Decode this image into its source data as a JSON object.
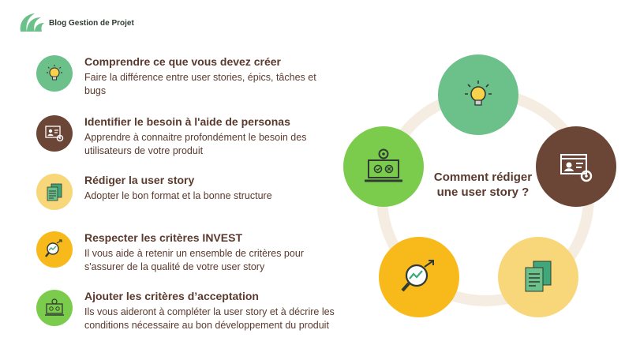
{
  "brand": {
    "name": "Blog Gestion de Projet",
    "color": "#6cc08a"
  },
  "colors": {
    "green": "#6cc08a",
    "brown": "#6b4636",
    "light_yellow": "#f7d779",
    "yellow": "#f8b91a",
    "lime": "#7bcc4c",
    "text": "#5b3a2e",
    "ring": "#f6ede2"
  },
  "steps": [
    {
      "icon": "lightbulb-icon",
      "title": "Comprendre ce que vous devez créer",
      "desc": "Faire la différence entre user stories, épics, tâches et bugs"
    },
    {
      "icon": "persona-settings-icon",
      "title": "Identifier le besoin à l'aide de personas",
      "desc": "Apprendre à connaitre profondément le besoin des utilisateurs de votre produit"
    },
    {
      "icon": "document-icon",
      "title": "Rédiger la user story",
      "desc": "Adopter le bon format et la bonne structure"
    },
    {
      "icon": "magnifier-chart-icon",
      "title": "Respecter les critères INVEST",
      "desc": "Il vous aide à retenir un ensemble de critères pour s'assurer de la qualité de votre user story"
    },
    {
      "icon": "laptop-check-icon",
      "title": "Ajouter les critères d’acceptation",
      "desc": "Ils vous aideront à compléter la user story et à décrire les conditions nécessaire au bon développement du produit"
    }
  ],
  "diagram": {
    "center_text": "Comment rédiger une user story ?"
  }
}
